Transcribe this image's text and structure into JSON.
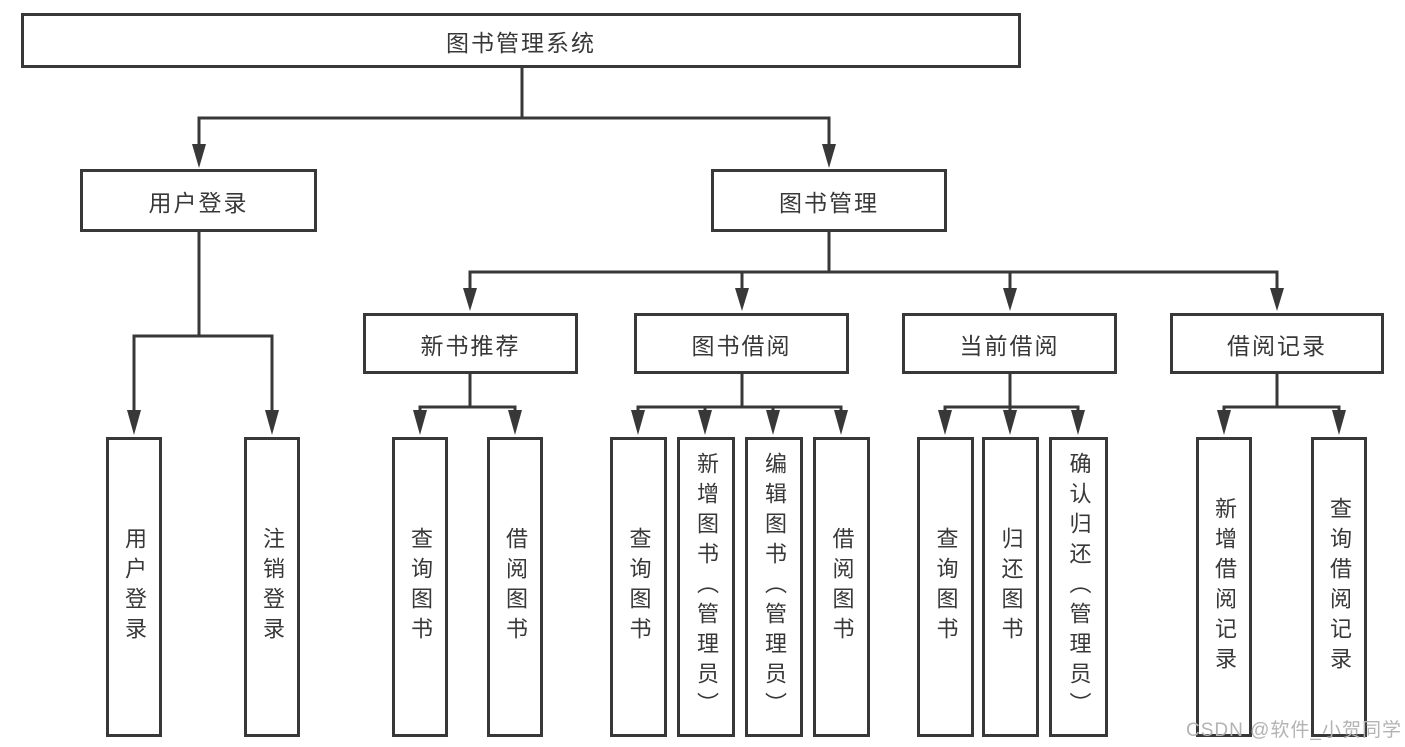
{
  "diagram_type": "tree",
  "tree": {
    "root": {
      "label": "图书管理系统",
      "children": [
        {
          "label": "用户登录",
          "children": [
            {
              "label": "用户登录"
            },
            {
              "label": "注销登录"
            }
          ]
        },
        {
          "label": "图书管理",
          "children": [
            {
              "label": "新书推荐",
              "children": [
                {
                  "label": "查询图书"
                },
                {
                  "label": "借阅图书"
                }
              ]
            },
            {
              "label": "图书借阅",
              "children": [
                {
                  "label": "查询图书"
                },
                {
                  "label": "新增图书（管理员）"
                },
                {
                  "label": "编辑图书（管理员）"
                },
                {
                  "label": "借阅图书"
                }
              ]
            },
            {
              "label": "当前借阅",
              "children": [
                {
                  "label": "查询图书"
                },
                {
                  "label": "归还图书"
                },
                {
                  "label": "确认归还（管理员）"
                }
              ]
            },
            {
              "label": "借阅记录",
              "children": [
                {
                  "label": "新增借阅记录"
                },
                {
                  "label": "查询借阅记录"
                }
              ]
            }
          ]
        }
      ]
    }
  },
  "watermark": {
    "text": "CSDN @软件_小贺同学"
  },
  "colors": {
    "line": "#383838",
    "text": "#383838",
    "watermark": "#b3b3b3",
    "background": "#ffffff"
  }
}
